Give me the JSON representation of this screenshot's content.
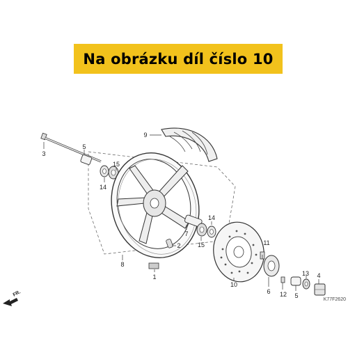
{
  "banner": {
    "text": "Na obrázku díl číslo 10",
    "color": "#f2c21c"
  },
  "diagram_code": "K77F2620",
  "direction_label": "FR.",
  "parts": [
    {
      "label": "1"
    },
    {
      "label": "2"
    },
    {
      "label": "3"
    },
    {
      "label": "4"
    },
    {
      "label": "5"
    },
    {
      "label": "5"
    },
    {
      "label": "6"
    },
    {
      "label": "7"
    },
    {
      "label": "8"
    },
    {
      "label": "9"
    },
    {
      "label": "10"
    },
    {
      "label": "11"
    },
    {
      "label": "12"
    },
    {
      "label": "13"
    },
    {
      "label": "14"
    },
    {
      "label": "14"
    },
    {
      "label": "15"
    },
    {
      "label": "15"
    }
  ]
}
